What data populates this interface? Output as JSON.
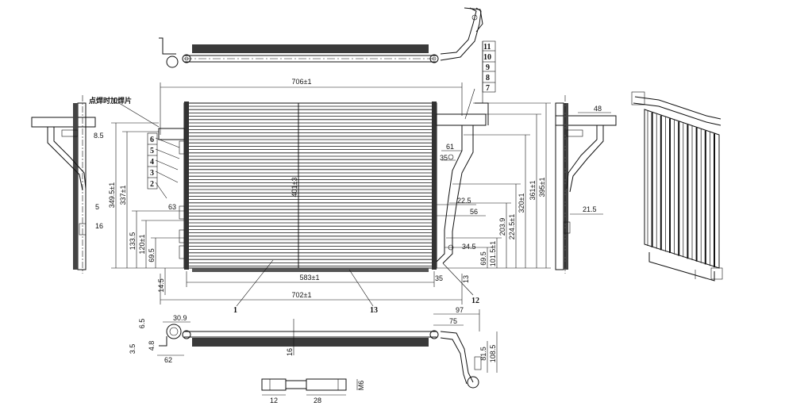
{
  "note_label": "点焊时加焊片",
  "callouts": [
    "1",
    "2",
    "3",
    "4",
    "5",
    "6",
    "7",
    "8",
    "9",
    "10",
    "11",
    "12",
    "13"
  ],
  "dims": {
    "top_width": "706±1",
    "bottom_width": "702±1",
    "core_width": "583±1",
    "core_height": "401±3",
    "left_h1": "349.5±1",
    "left_h2": "337±1",
    "left_h3": "133.5",
    "left_h4": "120±1",
    "left_h5": "69.5",
    "left_b": "14.5",
    "left_63": "63",
    "side_85": "8.5",
    "side_5": "5",
    "side_16": "16",
    "right_61": "61",
    "right_35a": "35",
    "right_225": "22.5",
    "right_56": "56",
    "right_345": "34.5",
    "right_2039": "203.9",
    "right_2245": "224.5±1",
    "right_320": "320±1",
    "right_361": "361±1",
    "right_395": "395±1",
    "right_1015": "101.5±1",
    "right_695": "69.5",
    "right_35b": "35",
    "right_13": "13",
    "rside_48": "48",
    "rside_215": "21.5",
    "bot_309": "30.9",
    "bot_65": "6.5",
    "bot_48": "4.8",
    "bot_35": "3.5",
    "bot_62": "62",
    "bot_16": "16",
    "bot_97": "97",
    "bot_75": "75",
    "bot_815": "81.5",
    "bot_1085": "108.5",
    "pin_12": "12",
    "pin_28": "28",
    "pin_m6": "M6"
  }
}
